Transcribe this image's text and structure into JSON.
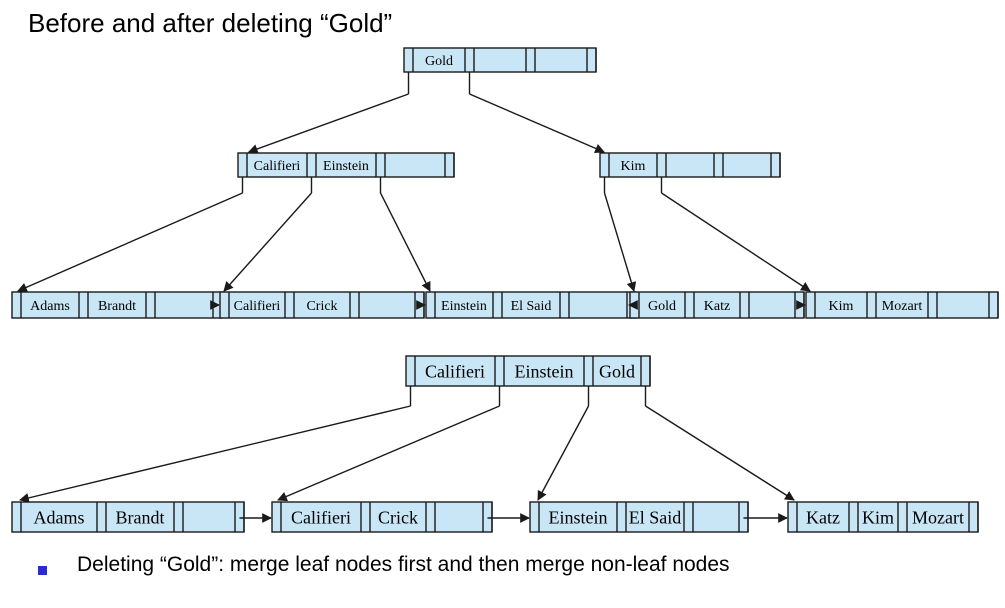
{
  "title": "Before and after deleting “Gold”",
  "before": {
    "root": {
      "keys": [
        "Gold",
        "",
        ""
      ]
    },
    "internal": [
      {
        "keys": [
          "Califieri",
          "Einstein",
          ""
        ]
      },
      {
        "keys": [
          "Kim",
          "",
          ""
        ]
      }
    ],
    "leaves": [
      {
        "keys": [
          "Adams",
          "Brandt",
          ""
        ]
      },
      {
        "keys": [
          "Califieri",
          "Crick",
          ""
        ]
      },
      {
        "keys": [
          "Einstein",
          "El Said",
          ""
        ]
      },
      {
        "keys": [
          "Gold",
          "Katz",
          ""
        ]
      },
      {
        "keys": [
          "Kim",
          "Mozart",
          ""
        ]
      }
    ]
  },
  "after": {
    "root": {
      "keys": [
        "Califieri",
        "Einstein",
        "Gold"
      ]
    },
    "leaves": [
      {
        "keys": [
          "Adams",
          "Brandt",
          ""
        ]
      },
      {
        "keys": [
          "Califieri",
          "Crick",
          ""
        ]
      },
      {
        "keys": [
          "Einstein",
          "El Said",
          ""
        ]
      },
      {
        "keys": [
          "Katz",
          "Kim",
          "Mozart"
        ]
      }
    ]
  },
  "colors": {
    "node_fill": "#c8e6f5",
    "line": "#1a1a1a",
    "bullet": "#2b2bd6"
  },
  "caption": "Deleting “Gold”: merge leaf nodes first and then merge non-leaf nodes"
}
